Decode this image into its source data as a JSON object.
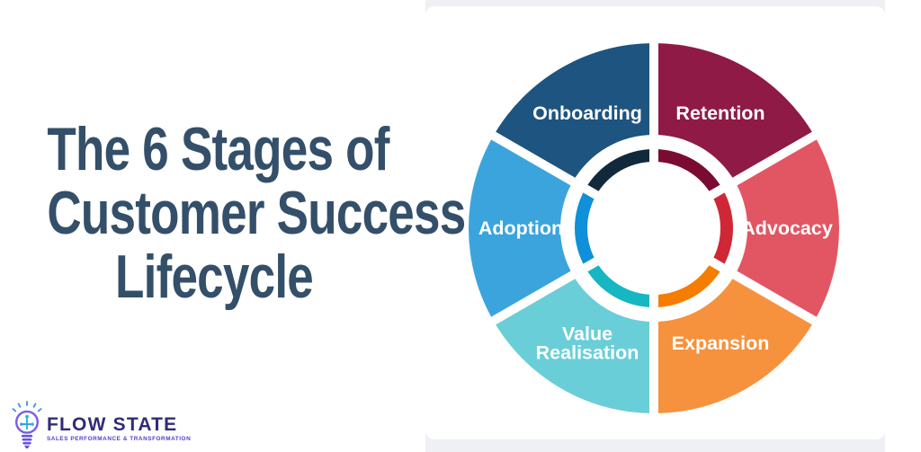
{
  "page": {
    "background": "#ffffff",
    "panel_background": "#eef0f4",
    "card_background": "#ffffff"
  },
  "title": {
    "lines": [
      "The 6 Stages of",
      "Customer Success",
      "Lifecycle"
    ],
    "color": "#344f69"
  },
  "logo": {
    "name": "FLOW STATE",
    "tagline": "SALES PERFORMANCE & TRANSFORMATION",
    "name_color": "#322a78",
    "tagline_color": "#5240c8",
    "bulb_outline_color": "#7b5fe6",
    "bulb_ray_color": "#4a90e8",
    "bulb_accent_teal": "#1fbcd8",
    "bulb_accent_blue": "#2f9fe8",
    "bulb_base_color": "#6a52e0"
  },
  "chart_data": {
    "type": "pie",
    "subtype": "donut-with-inner-ring",
    "title": "The 6 Stages of Customer Success Lifecycle",
    "categories": [
      "Retention",
      "Advocacy",
      "Expansion",
      "Value Realisation",
      "Adoption",
      "Onboarding"
    ],
    "values": [
      1,
      1,
      1,
      1,
      1,
      1
    ],
    "note": "six equal 60-degree segments arranged clockwise from top",
    "label_text_color": "#ffffff",
    "separator_color": "#ffffff",
    "segments": [
      {
        "label": "Retention",
        "label_lines": [
          "Retention"
        ],
        "color": "#8e1a45",
        "inner_ring_color": "#7a0c31",
        "start_deg": 270,
        "end_deg": 330
      },
      {
        "label": "Advocacy",
        "label_lines": [
          "Advocacy"
        ],
        "color": "#e25663",
        "inner_ring_color": "#cf2735",
        "start_deg": 330,
        "end_deg": 390
      },
      {
        "label": "Expansion",
        "label_lines": [
          "Expansion"
        ],
        "color": "#f6923d",
        "inner_ring_color": "#f57d02",
        "start_deg": 30,
        "end_deg": 90
      },
      {
        "label": "Value Realisation",
        "label_lines": [
          "Value",
          "Realisation"
        ],
        "color": "#69ced7",
        "inner_ring_color": "#16b6c2",
        "start_deg": 90,
        "end_deg": 150
      },
      {
        "label": "Adoption",
        "label_lines": [
          "Adoption"
        ],
        "color": "#3ba4dd",
        "inner_ring_color": "#0f90d8",
        "start_deg": 150,
        "end_deg": 210
      },
      {
        "label": "Onboarding",
        "label_lines": [
          "Onboarding"
        ],
        "color": "#1d5480",
        "inner_ring_color": "#12293c",
        "start_deg": 210,
        "end_deg": 270
      }
    ]
  }
}
